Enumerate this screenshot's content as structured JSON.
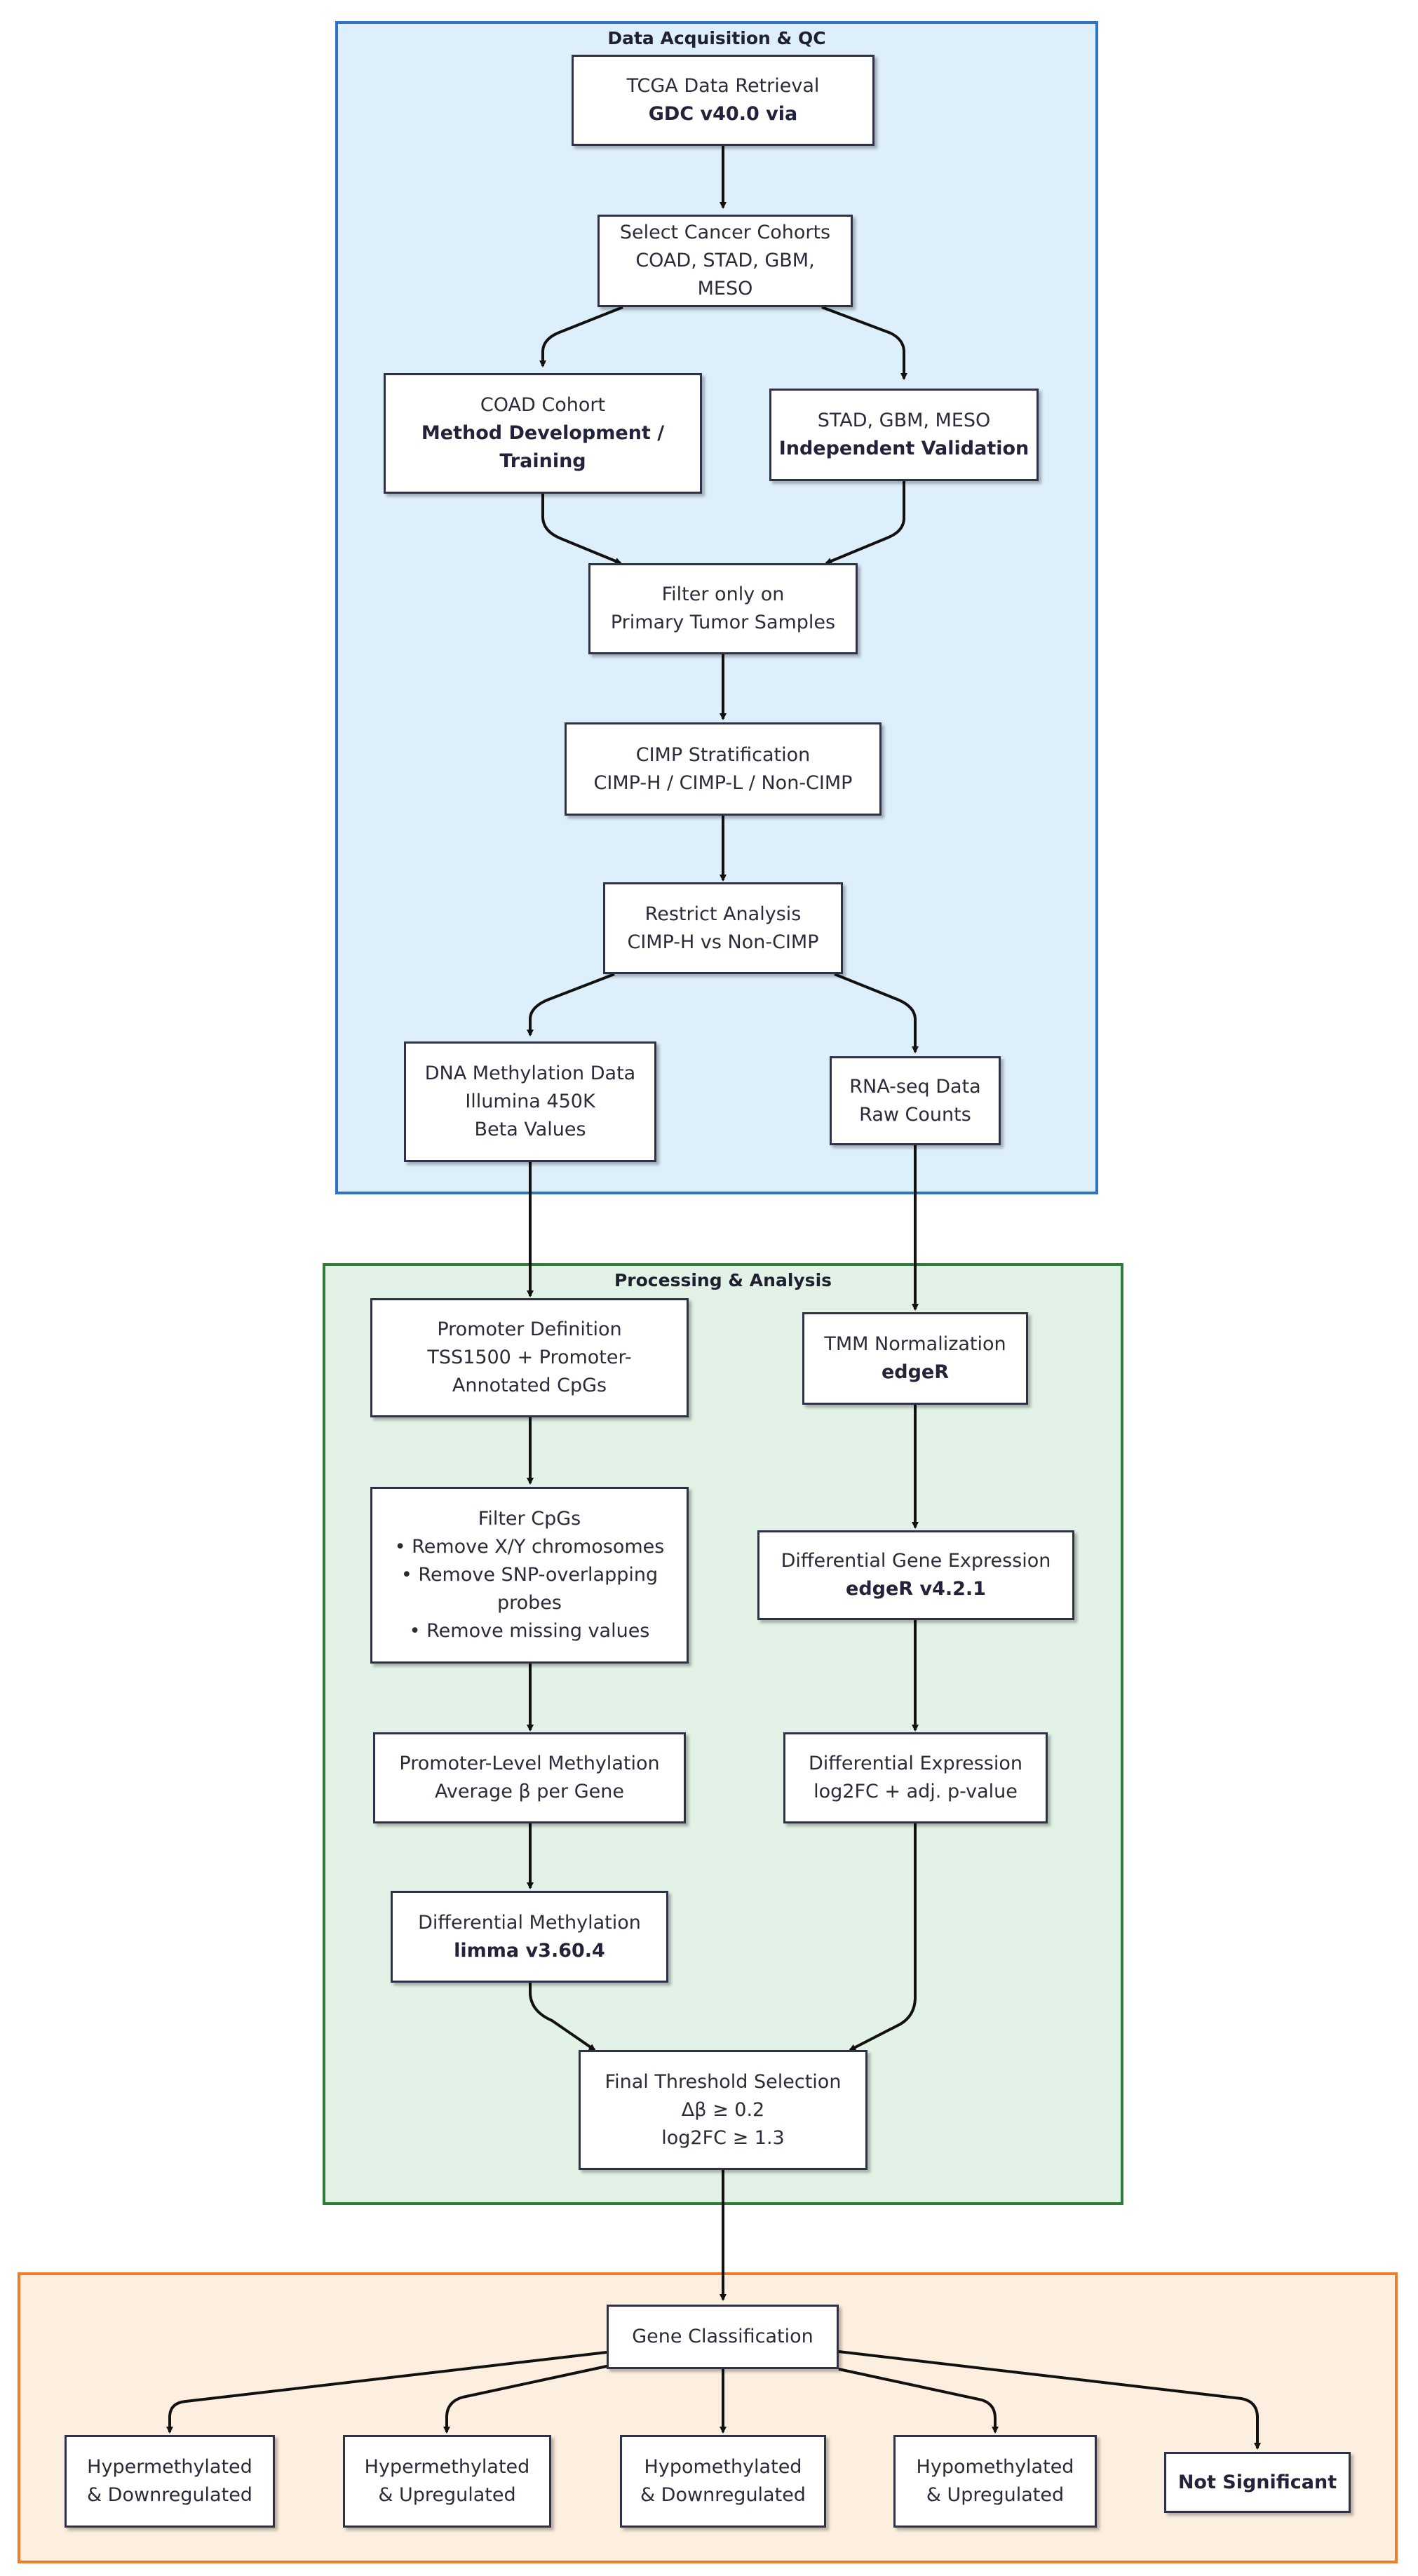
{
  "groups": {
    "acquisition": "Data Acquisition & QC",
    "processing": "Processing & Analysis",
    "classification": ""
  },
  "nodes": {
    "tcga": {
      "line1": "TCGA Data Retrieval",
      "line2": "GDC v40.0 via"
    },
    "select_cohorts": {
      "line1": "Select Cancer Cohorts",
      "line2": "COAD, STAD, GBM, MESO"
    },
    "coad": {
      "line1": "COAD Cohort",
      "line2": "Method Development /",
      "line3": "Training"
    },
    "validation": {
      "line1": "STAD, GBM, MESO",
      "line2": "Independent Validation"
    },
    "filter_primary": {
      "line1": "Filter only on",
      "line2": "Primary Tumor Samples"
    },
    "cimp_strat": {
      "line1": "CIMP Stratification",
      "line2": "CIMP-H / CIMP-L / Non-CIMP"
    },
    "restrict": {
      "line1": "Restrict Analysis",
      "line2": "CIMP-H vs Non-CIMP"
    },
    "dna_meth": {
      "line1": "DNA Methylation Data",
      "line2": "Illumina 450K",
      "line3": "Beta Values"
    },
    "rnaseq": {
      "line1": "RNA-seq Data",
      "line2": "Raw Counts"
    },
    "promoter_def": {
      "line1": "Promoter Definition",
      "line2": "TSS1500 + Promoter-",
      "line3": "Annotated CpGs"
    },
    "tmm": {
      "line1": "TMM Normalization",
      "line2": "edgeR"
    },
    "filter_cpgs": {
      "line1": "Filter CpGs",
      "line2": "• Remove X/Y chromosomes",
      "line3": "• Remove SNP-overlapping",
      "line4": "probes",
      "line5": "• Remove missing values"
    },
    "dge": {
      "line1": "Differential Gene Expression",
      "line2": "edgeR v4.2.1"
    },
    "promoter_level": {
      "line1": "Promoter-Level Methylation",
      "line2": "Average β per Gene"
    },
    "diff_expr": {
      "line1": "Differential Expression",
      "line2": "log2FC + adj. p-value"
    },
    "diff_meth": {
      "line1": "Differential Methylation",
      "line2": "limma v3.60.4"
    },
    "threshold": {
      "line1": "Final Threshold Selection",
      "line2": "Δβ ≥ 0.2",
      "line3": "log2FC ≥ 1.3"
    },
    "gene_class": {
      "line1": "Gene Classification"
    },
    "hyper_down": {
      "line1": "Hypermethylated",
      "line2": "& Downregulated"
    },
    "hyper_up": {
      "line1": "Hypermethylated",
      "line2": "& Upregulated"
    },
    "hypo_down": {
      "line1": "Hypomethylated",
      "line2": "& Downregulated"
    },
    "hypo_up": {
      "line1": "Hypomethylated",
      "line2": "& Upregulated"
    },
    "not_sig": {
      "line1": "Not Significant"
    }
  },
  "colors": {
    "acquisition_fill": "#ddeffb",
    "acquisition_border": "#2f73c4",
    "processing_fill": "#e2f2e6",
    "processing_border": "#2f7d3a",
    "classification_fill": "#fcefdf",
    "classification_border": "#f07d2a",
    "node_border": "#2e3148",
    "edge": "#111111"
  }
}
